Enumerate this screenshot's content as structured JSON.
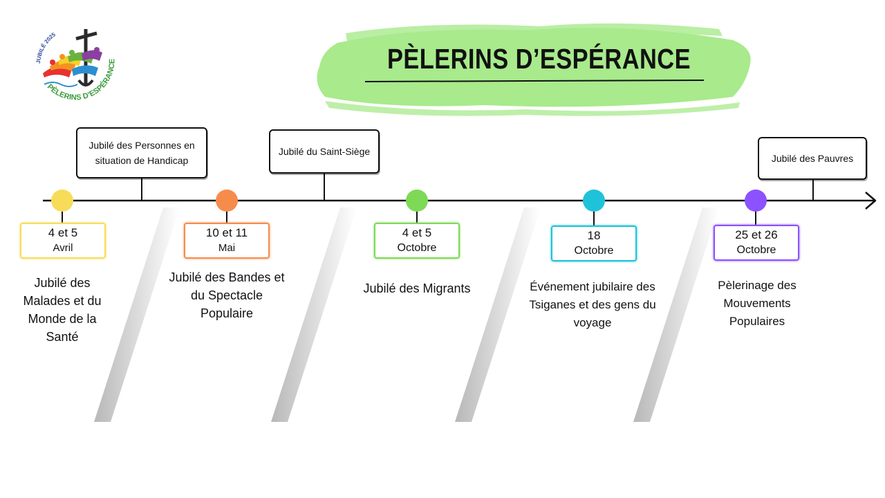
{
  "title": "PÈLERINS D’ESPÉRANCE",
  "logo": {
    "top_text": "JUBILÉ 2025",
    "bottom_text": "PÈLERINS D’ESPÉRANCE",
    "colors": [
      "#e8322f",
      "#f39222",
      "#f4d22a",
      "#6ab23e",
      "#2b8fd0",
      "#8b3fa0"
    ]
  },
  "brush_color": "#a8ea8c",
  "axis_color": "#111111",
  "callouts": [
    {
      "text": "Jubilé des Personnes en situation de Handicap"
    },
    {
      "text": "Jubilé du Saint-Siège"
    },
    {
      "text": "Jubilé des Pauvres"
    }
  ],
  "events": [
    {
      "date_line1": "4 et 5",
      "date_line2": "Avril",
      "title": "Jubilé des Malades et du Monde de la Santé",
      "color": "#f7dc5a"
    },
    {
      "date_line1": "10 et 11",
      "date_line2": "Mai",
      "title": "Jubilé des Bandes et du Spectacle Populaire",
      "color": "#f58c4c"
    },
    {
      "date_line1": "4 et 5",
      "date_line2": "Octobre",
      "title": "Jubilé des Migrants",
      "color": "#7ed957"
    },
    {
      "date_line1": "18",
      "date_line2": "Octobre",
      "title": "Événement jubilaire des Tsiganes et des gens du voyage",
      "color": "#1fc3d9"
    },
    {
      "date_line1": "25 et 26",
      "date_line2": "Octobre",
      "title": "Pèlerinage des Mouvements Populaires",
      "color": "#8c52ff"
    }
  ]
}
